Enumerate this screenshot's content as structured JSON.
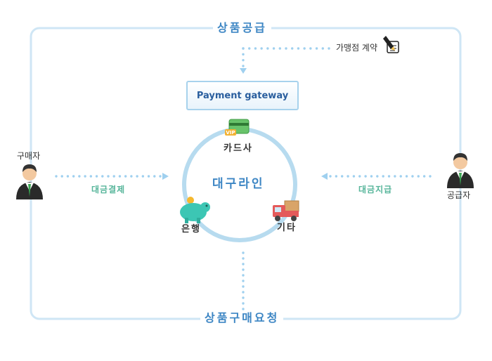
{
  "diagram": {
    "top_label": "상품공급",
    "bottom_label": "상품구매요청",
    "contract_label": "가맹점 계약",
    "gateway_label": "Payment gateway",
    "center_label": "대구라인",
    "card_label": "카드사",
    "bank_label": "은행",
    "other_label": "기타",
    "buyer_label": "구매자",
    "supplier_label": "공급자",
    "payment_label": "대금결제",
    "payout_label": "대금지급",
    "card_badge": "VIP"
  },
  "colors": {
    "frame": "#cfe6f5",
    "circle": "#b7dbef",
    "dots": "#9fd0ef",
    "title": "#3d86c4",
    "flow": "#56b59a"
  },
  "icons": [
    "buyer-person-icon",
    "supplier-person-icon",
    "contract-pen-icon",
    "credit-card-icon",
    "piggy-bank-icon",
    "truck-icon"
  ]
}
